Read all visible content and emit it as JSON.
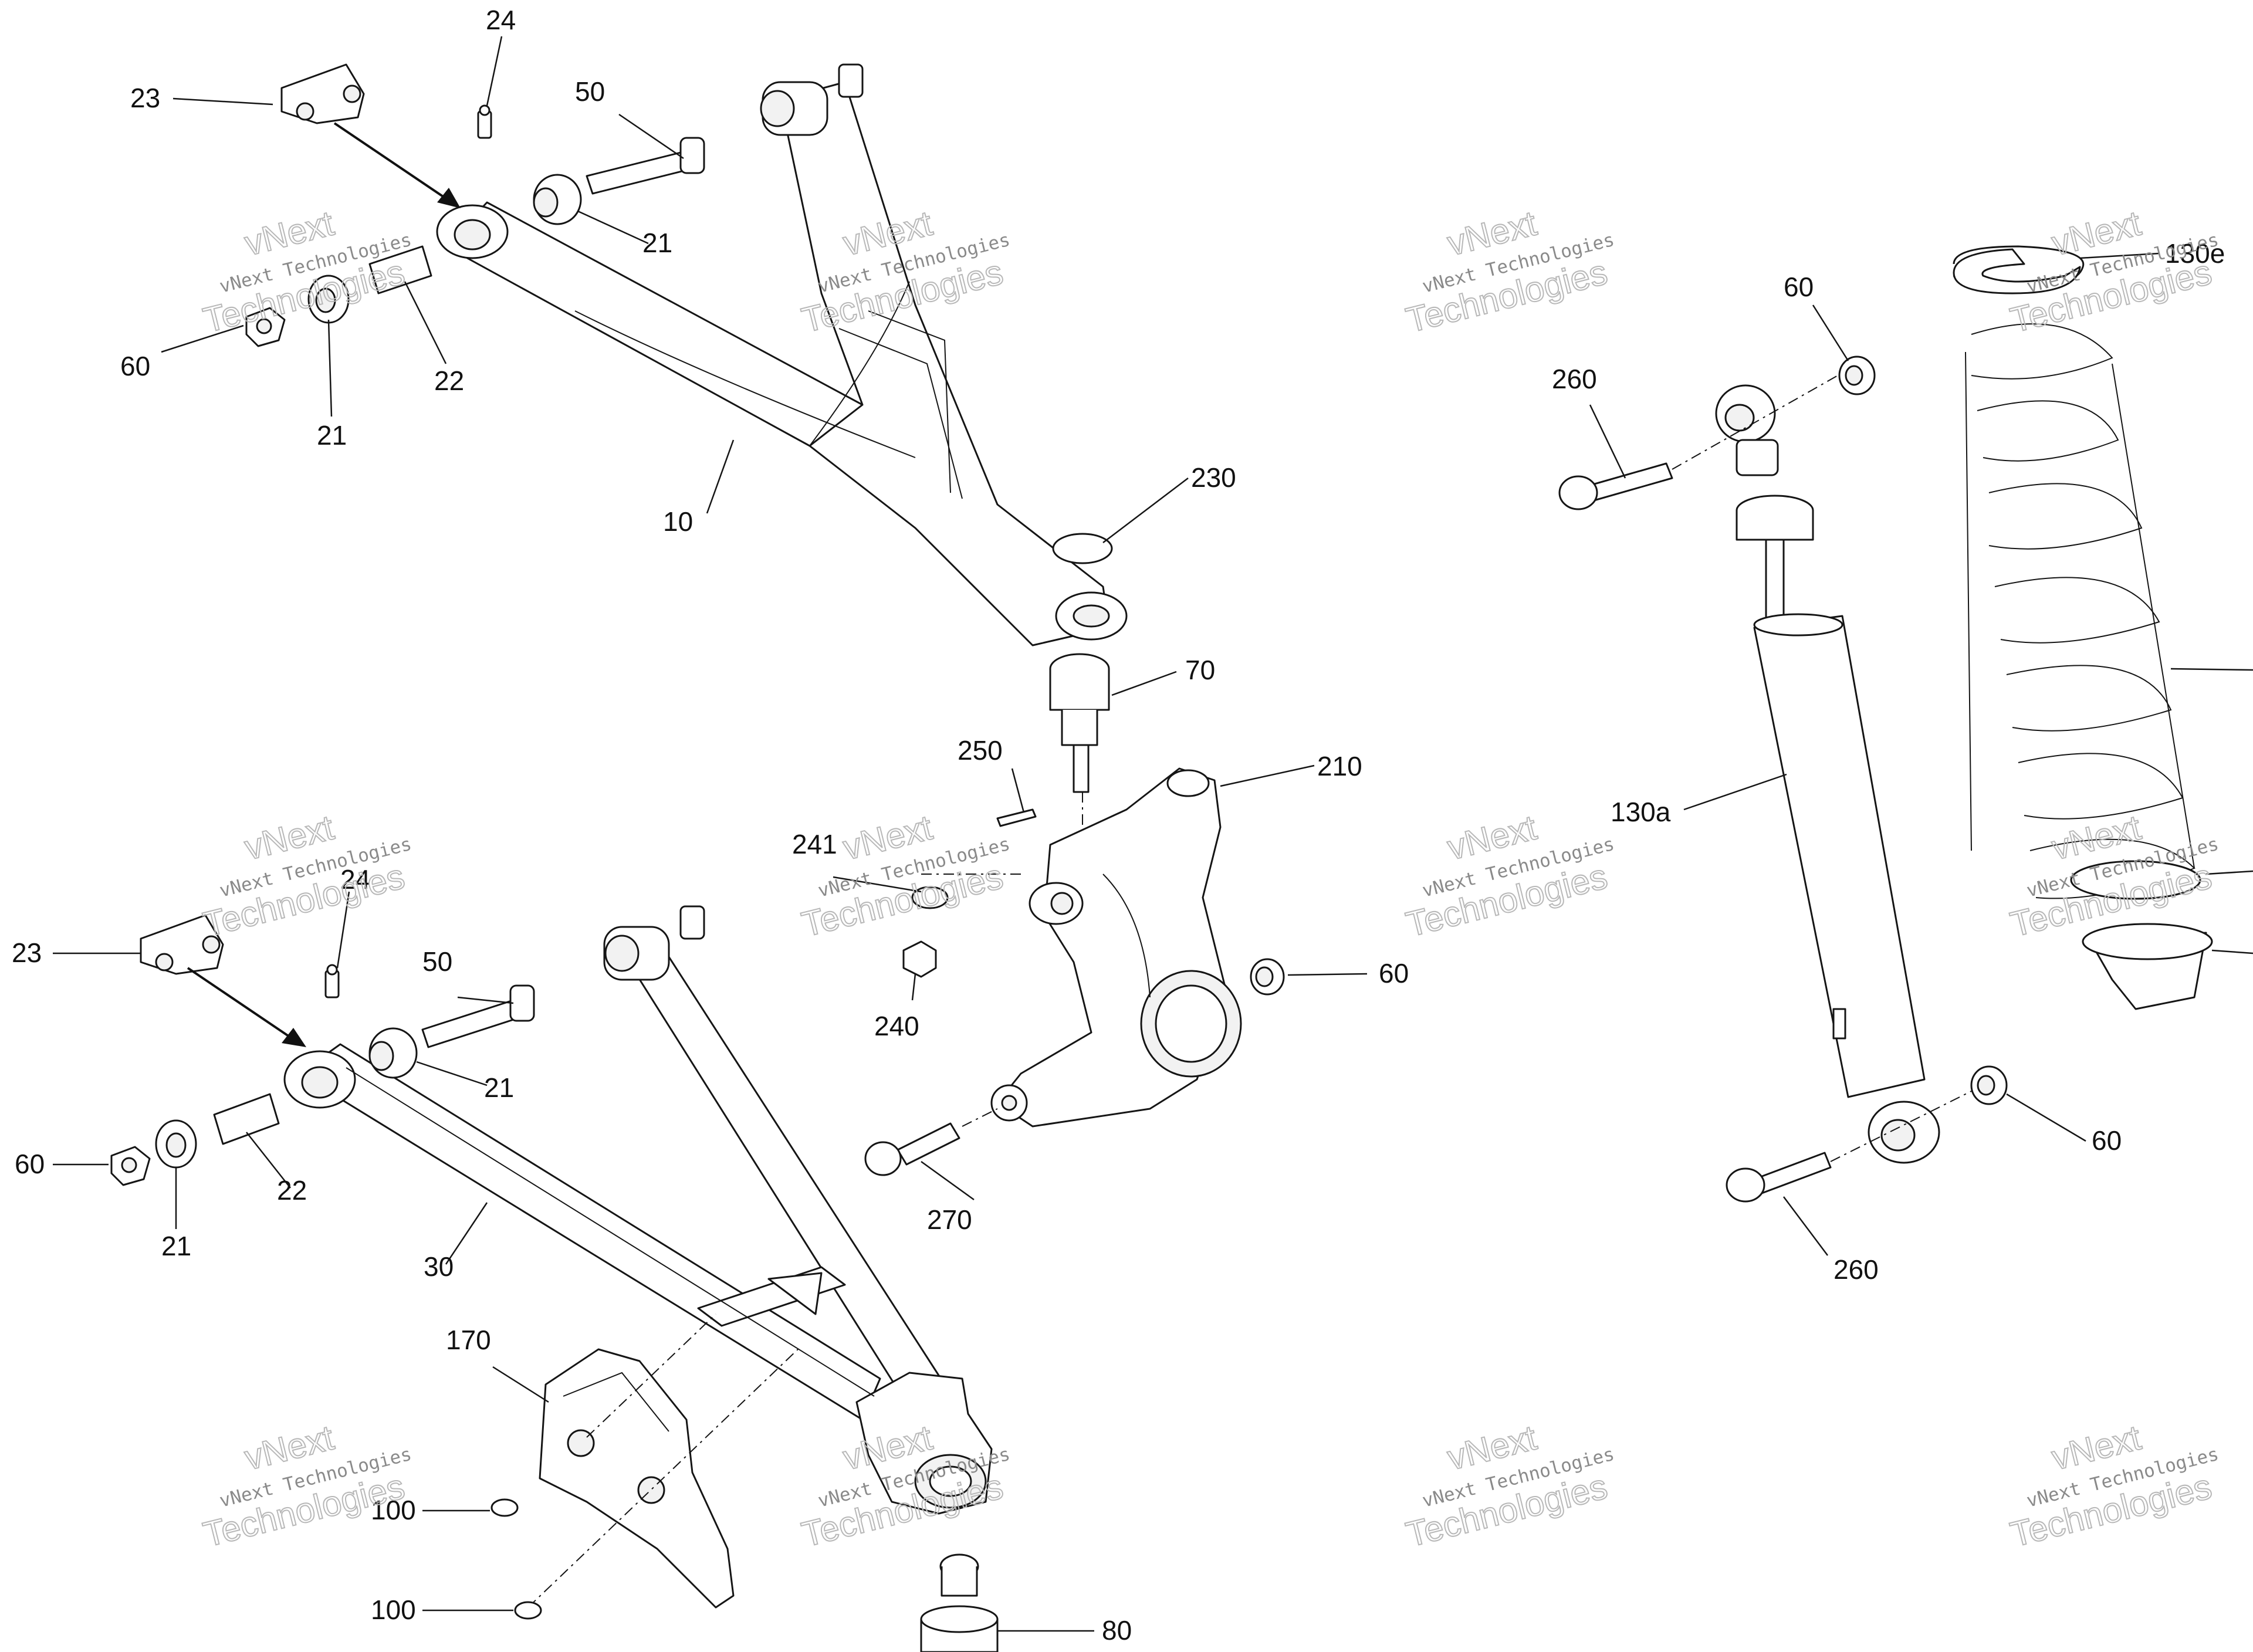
{
  "callouts": {
    "c23a": "23",
    "c24a": "24",
    "c50a": "50",
    "c21a": "21",
    "c60a": "60",
    "c22a": "22",
    "c21b": "21",
    "c10": "10",
    "c230": "230",
    "c70": "70",
    "c250": "250",
    "c210": "210",
    "c241": "241",
    "c240": "240",
    "c60b": "60",
    "c270": "270",
    "c23b": "23",
    "c24b": "24",
    "c50b": "50",
    "c21c": "21",
    "c60c": "60",
    "c22b": "22",
    "c21d": "21",
    "c30": "30",
    "c170": "170",
    "c100a": "100",
    "c100b": "100",
    "c80": "80",
    "c60d": "60",
    "c260a": "260",
    "c130a": "130a",
    "c130e": "130e",
    "c60e": "60",
    "c260b": "260"
  },
  "watermark": {
    "line1": "vNext",
    "line2": "vNext Technologies",
    "line3": "Technologies"
  }
}
